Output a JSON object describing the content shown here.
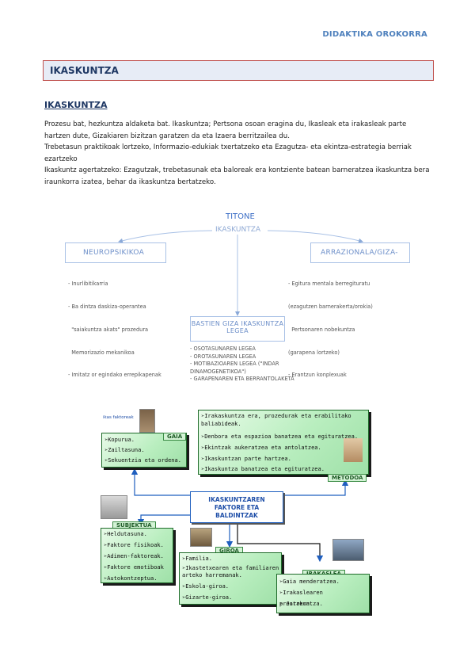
{
  "header": {
    "doc_title": "DIDAKTIKA OROKORRA"
  },
  "title_bar": {
    "title": "IKASKUNTZA"
  },
  "section": {
    "heading": "IKASKUNTZA",
    "paragraphs": [
      "Prozesu bat, hezkuntza aldaketa bat. Ikaskuntza; Pertsona osoan eragina du, Ikasleak eta irakasleak parte hartzen dute, Gizakiaren bizitzan garatzen da eta Izaera berritzailea du.",
      "Trebetasun praktikoak lortzeko, Informazio-edukiak txertatzeko eta Ezagutza- eta ekintza-estrategia berriak ezartzeko",
      "Ikaskuntz agertatzeko: Ezagutzak, trebetasunak eta baloreak era kontziente batean barneratzea ikaskuntza bera iraunkorra izatea, behar da ikaskuntza bertatzeko."
    ]
  },
  "diagram1": {
    "title": "TITONE",
    "subtitle": "IKASKUNTZA",
    "left_box": "NEUROPSIKIKOA",
    "left_items": [
      "- Inurlibitikarria",
      "- Ba dintza daskiza-operantea",
      "  \"saiakuntza akats\" prozedura",
      "  Memorizazio mekanikoa",
      "- Imitatz or egindako errepikapenak"
    ],
    "right_box": "ARRAZIONALA/GIZA-",
    "right_items": [
      "- Egitura mentala berregituratu",
      "(ezagutzen barnerakerta/orokia)",
      "  Pertsonaren nobekuntza",
      "(garapena lortzeko)",
      "- Erantzun konplexuak"
    ],
    "bottom_box_line1": "BASTIEN GIZA IKASKUNTZA",
    "bottom_box_line2": "LEGEA",
    "bottom_items": [
      "- OSOTASUNAREN LEGEA",
      "- OROTASUNAREN LEGEA",
      "- MOTIBAZIOAREN LEGEA (\"INDAR",
      "DINAMOGENETIKOA\")",
      "- GARAPENAREN ETA BERRANTOLAKETA"
    ]
  },
  "diagram2": {
    "corner_caption": "ikas faktoreak",
    "center_line1": "IKASKUNTZAREN",
    "center_line2": "FAKTORE ETA",
    "center_line3": "BALDINTZAK",
    "gaia": {
      "tag": "GAIA",
      "items": [
        "➢Kopurua.",
        "➢Zailtasuna.",
        "➢Sekuentzia eta ordena."
      ]
    },
    "metodoa": {
      "tag": "METODOA",
      "items": [
        "➢Irakaskuntza era, prozedurak eta erabilitako",
        " baliabideak.",
        "➢Denbora eta espazioa banatzea eta egituratzea.",
        "➢Ekintzak aukeratzea eta antolatzea.",
        "➢Ikaskuntzan parte hartzea.",
        "➢Ikaskuntza banatzea eta egituratzea."
      ]
    },
    "subjektua": {
      "tag": "SUBJEKTUA",
      "items": [
        "➢Heldutasuna.",
        "➢Faktore fisikoak.",
        "➢Adimen-faktoreak.",
        "➢Faktore emotiboak",
        "➢Autokontzeptua."
      ]
    },
    "giroa": {
      "tag": "GIROA",
      "items": [
        "➢Familia.",
        "➢Ikastetxearen eta familiaren",
        " arteko harremanak.",
        "➢Eskola-giroa.",
        "➢Gizarte-giroa."
      ]
    },
    "irakaslea": {
      "tag": "IRAKASLEA",
      "items": [
        "➢Gaia menderatzea.",
        "➢Irakaslearen prestakuntza.",
        "➢ Jarrera."
      ]
    }
  }
}
